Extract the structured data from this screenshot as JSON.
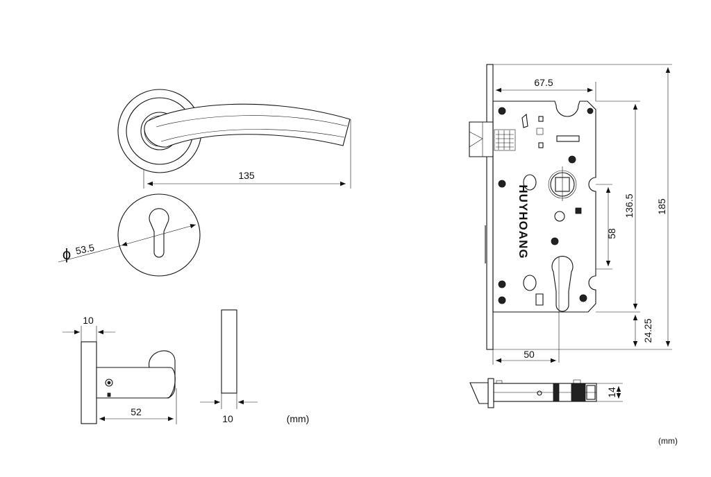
{
  "dimensions": {
    "handle_length": "135",
    "rose_diameter_symbol": "ϕ",
    "rose_diameter": "53.5",
    "rose_thickness": "10",
    "handle_projection": "52",
    "rose_edge_thickness": "10",
    "backset_top": "67.5",
    "case_height": "136.5",
    "faceplate_height": "185",
    "center_distance": "58",
    "cylinder_offset": "24.25",
    "backset": "50",
    "case_depth": "14"
  },
  "brand": "HUYHOANG",
  "units": {
    "left": "(mm)",
    "right": "(mm)"
  }
}
